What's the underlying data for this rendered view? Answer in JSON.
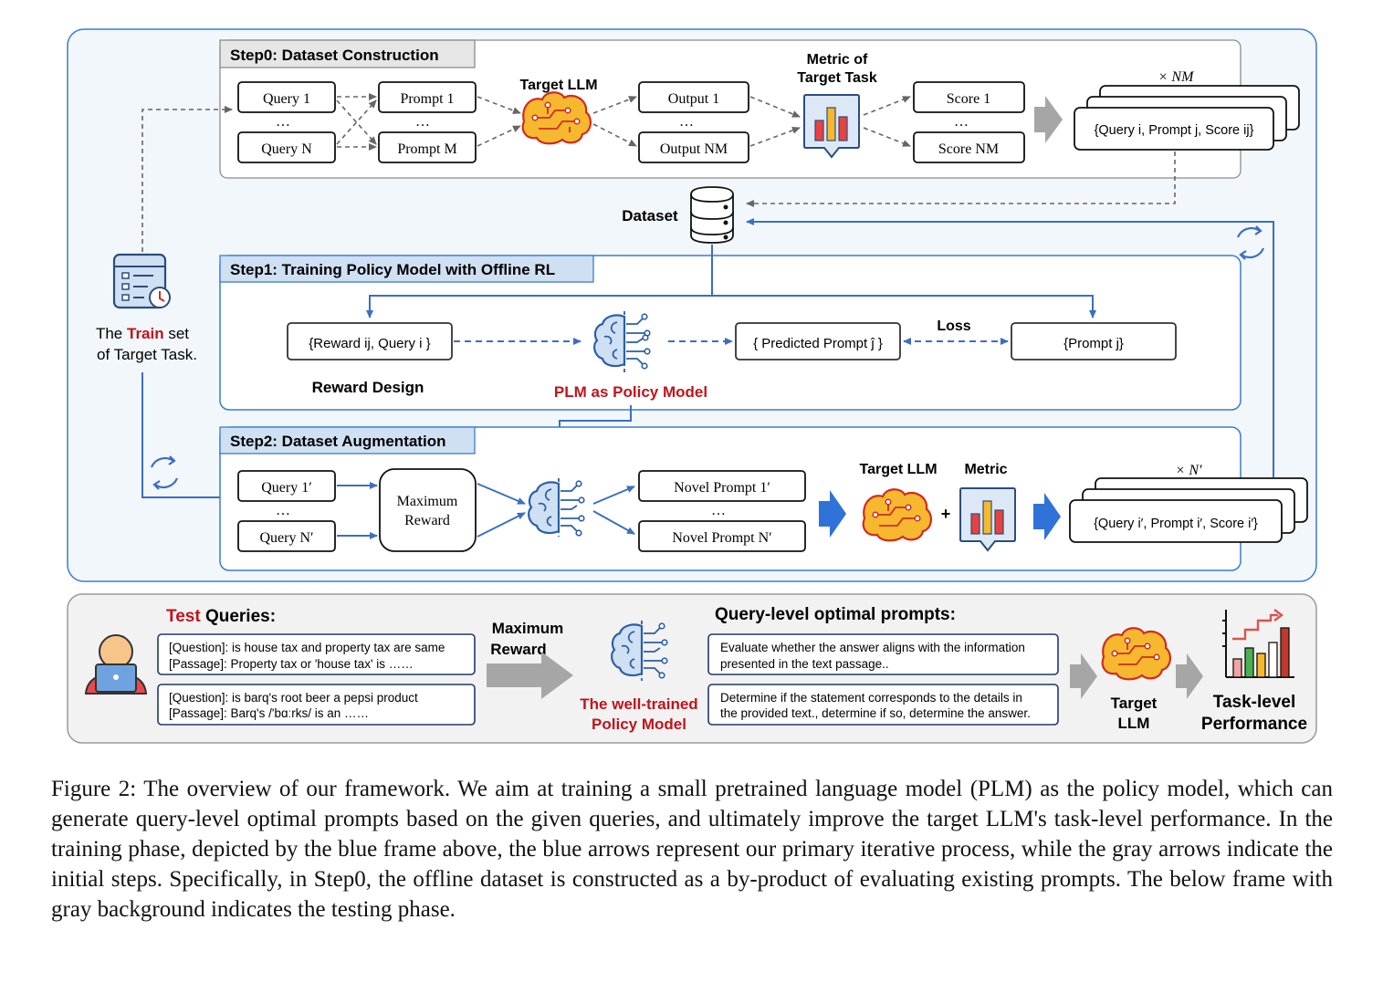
{
  "step0": {
    "title": "Step0: Dataset Construction",
    "query_first": "Query 1",
    "query_dots": "…",
    "query_last": "Query N",
    "prompt_first": "Prompt 1",
    "prompt_dots": "…",
    "prompt_last": "Prompt M",
    "target_llm": "Target LLM",
    "output_first": "Output 1",
    "output_dots": "…",
    "output_last": "Output NM",
    "metric_line1": "Metric of",
    "metric_line2": "Target Task",
    "score_first": "Score 1",
    "score_dots": "…",
    "score_last": "Score NM",
    "multiplier": "× NM",
    "tuple": "{Query i, Prompt j, Score ij}"
  },
  "dataset_label": "Dataset",
  "train_set": {
    "line1_pre": "The ",
    "line1_red": "Train",
    "line1_post": " set",
    "line2": "of Target Task."
  },
  "step1": {
    "title": "Step1: Training Policy Model with Offline RL",
    "reward_box": "{Reward ij, Query i }",
    "reward_design": "Reward Design",
    "plm_label": "PLM as Policy Model",
    "predicted": "{ Predicted Prompt ĵ }",
    "loss": "Loss",
    "prompt_j": "{Prompt j}"
  },
  "step2": {
    "title": "Step2: Dataset Augmentation",
    "query_first": "Query 1′",
    "query_dots": "…",
    "query_last": "Query N′",
    "max_reward_line1": "Maximum",
    "max_reward_line2": "Reward",
    "novel_first": "Novel Prompt 1′",
    "novel_dots": "…",
    "novel_last": "Novel Prompt N′",
    "target_llm": "Target LLM",
    "metric": "Metric",
    "plus": "+",
    "multiplier": "× N′",
    "tuple": "{Query i′, Prompt i′, Score i′}"
  },
  "test": {
    "title_red": "Test",
    "title_rest": " Queries:",
    "q1_line1": "[Question]: is house tax and property tax are same",
    "q1_line2": "[Passage]: Property tax or 'house tax' is ……",
    "q2_line1": "[Question]: is barq's root beer a pepsi product",
    "q2_line2": "[Passage]: Barq's /'bɑːrks/ is an ……",
    "max_reward_line1": "Maximum",
    "max_reward_line2": "Reward",
    "policy_line1": "The well-trained",
    "policy_line2": "Policy Model",
    "optimal_title": "Query-level optimal prompts:",
    "p1_line1": "Evaluate whether the answer aligns with the information",
    "p1_line2": "presented in the text passage..",
    "p2_line1": "Determine if the statement corresponds to the details in",
    "p2_line2": "the provided text., determine if so, determine the answer.",
    "target_line1": "Target",
    "target_line2": "LLM",
    "perf_line1": "Task-level",
    "perf_line2": "Performance"
  },
  "caption": "Figure 2: The overview of our framework. We aim at training a small pretrained language model (PLM) as the policy model, which can generate query-level optimal prompts based on the given queries, and ultimately improve the target LLM's task-level performance. In the training phase, depicted by the blue frame above, the blue arrows represent our primary iterative process, while the gray arrows indicate the initial steps. Specifically, in Step0, the offline dataset is constructed as a by-product of evaluating existing prompts. The below frame with gray background indicates the testing phase.",
  "colors": {
    "blue_frame": "#3b7bd1",
    "blue_fill": "#f2f7fc",
    "accent_red": "#c0141c",
    "gray_arrow": "#a6a6a6",
    "step_tab_blue": "#cfe0f3",
    "step_tab_gray": "#e6e6e6"
  }
}
